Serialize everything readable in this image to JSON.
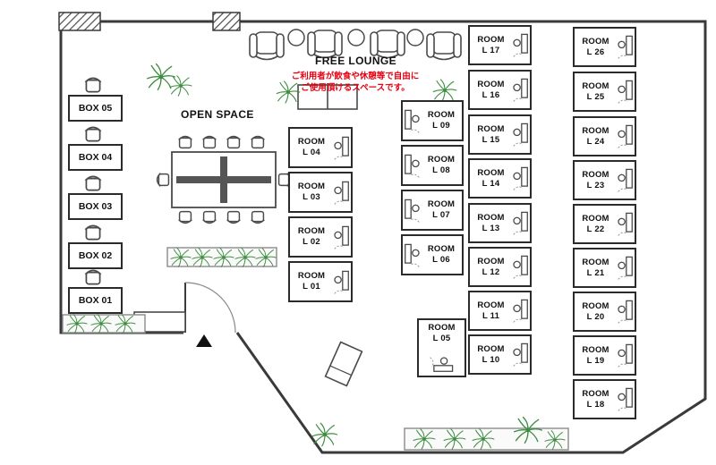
{
  "plan": {
    "open_space_label": "OPEN SPACE",
    "free_lounge_label": "FREE LOUNGE",
    "free_lounge_note": "ご利用者が飲食や休憩等で自由に\nご使用頂けるスペースです。"
  },
  "boxes": [
    {
      "label": "BOX 05"
    },
    {
      "label": "BOX 04"
    },
    {
      "label": "BOX 03"
    },
    {
      "label": "BOX 02"
    },
    {
      "label": "BOX 01"
    }
  ],
  "rooms": {
    "col_a": [
      {
        "label": "ROOM\nL 04"
      },
      {
        "label": "ROOM\nL 03"
      },
      {
        "label": "ROOM\nL 02"
      },
      {
        "label": "ROOM\nL 01"
      }
    ],
    "col_b": [
      {
        "label": "ROOM\nL 09"
      },
      {
        "label": "ROOM\nL 08"
      },
      {
        "label": "ROOM\nL 07"
      },
      {
        "label": "ROOM\nL 06"
      }
    ],
    "col_c": [
      {
        "label": "ROOM\nL 17"
      },
      {
        "label": "ROOM\nL 16"
      },
      {
        "label": "ROOM\nL 15"
      },
      {
        "label": "ROOM\nL 14"
      },
      {
        "label": "ROOM\nL 13"
      },
      {
        "label": "ROOM\nL 12"
      },
      {
        "label": "ROOM\nL 11"
      },
      {
        "label": "ROOM\nL 10"
      }
    ],
    "col_d": [
      {
        "label": "ROOM\nL 26"
      },
      {
        "label": "ROOM\nL 25"
      },
      {
        "label": "ROOM\nL 24"
      },
      {
        "label": "ROOM\nL 23"
      },
      {
        "label": "ROOM\nL 22"
      },
      {
        "label": "ROOM\nL 21"
      },
      {
        "label": "ROOM\nL 20"
      },
      {
        "label": "ROOM\nL 19"
      },
      {
        "label": "ROOM\nL 18"
      }
    ],
    "l05": {
      "label": "ROOM\nL 05"
    }
  },
  "colors": {
    "wall": "#3a3a3a",
    "note_red": "#e60012",
    "plant_green": "#3e8e41"
  }
}
